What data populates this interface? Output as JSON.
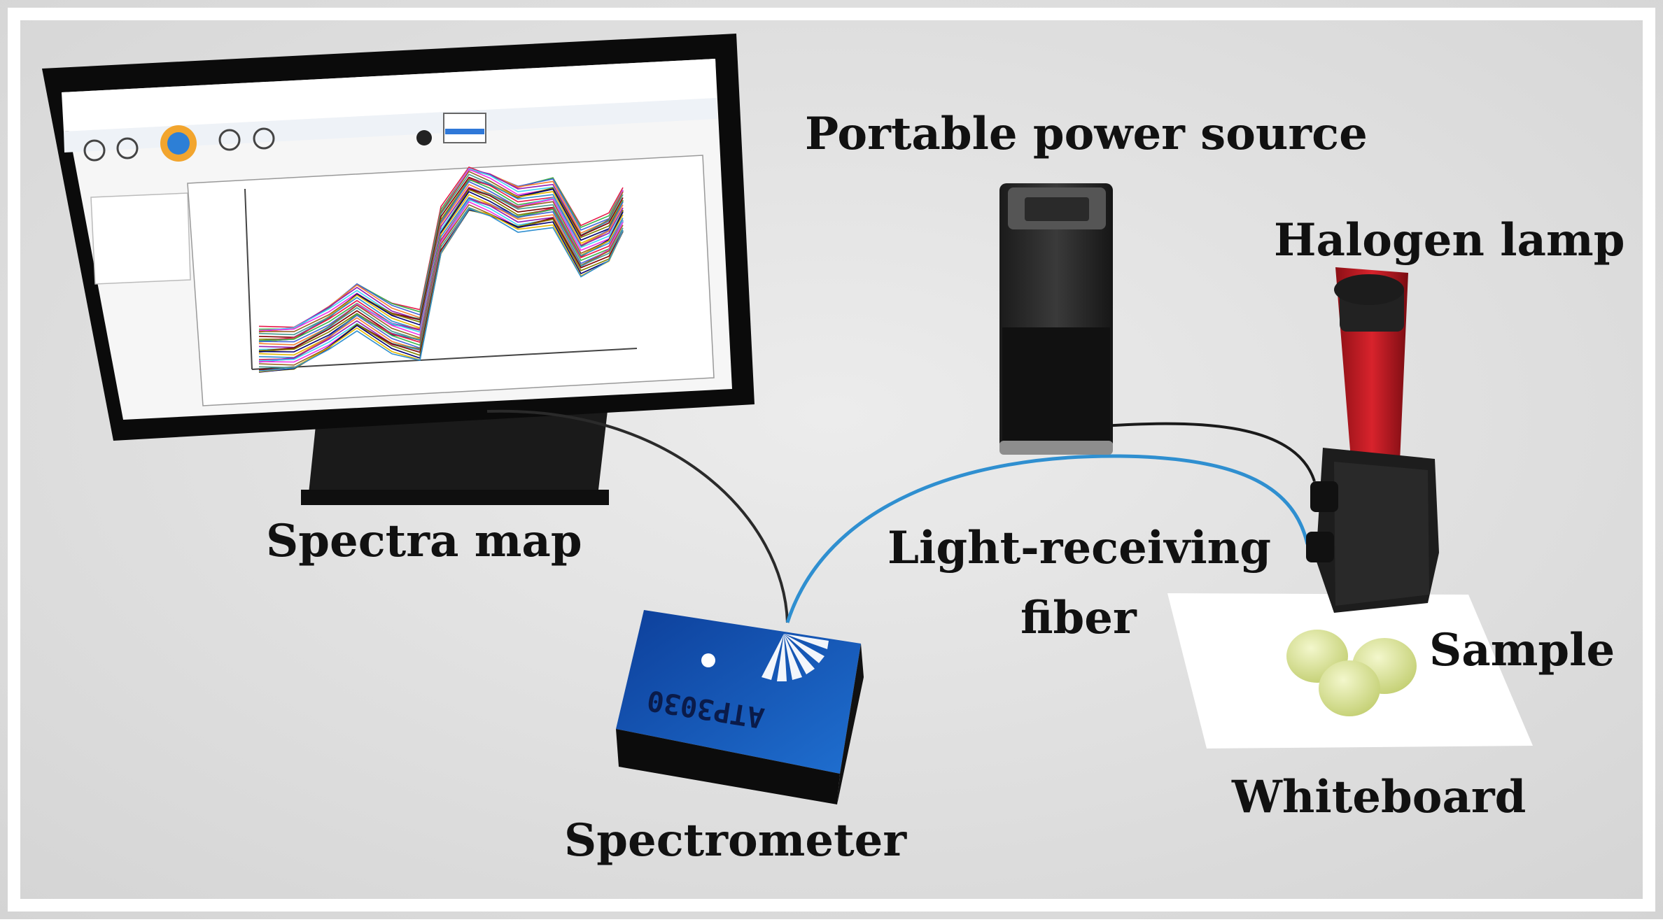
{
  "labels": {
    "power_source": "Portable power source",
    "halogen_lamp": "Halogen lamp",
    "spectra_map": "Spectra map",
    "fiber_line1": "Light-receiving",
    "fiber_line2": "fiber",
    "sample": "Sample",
    "whiteboard": "Whiteboard",
    "spectrometer": "Spectrometer"
  },
  "device": {
    "model": "ATP3030"
  },
  "colors": {
    "background": "#dedede",
    "fiber": "#2f8fd0",
    "spectrometer_blue": "#1658b8",
    "lamp_red": "#c81e26",
    "grape": "#d9e49c"
  }
}
